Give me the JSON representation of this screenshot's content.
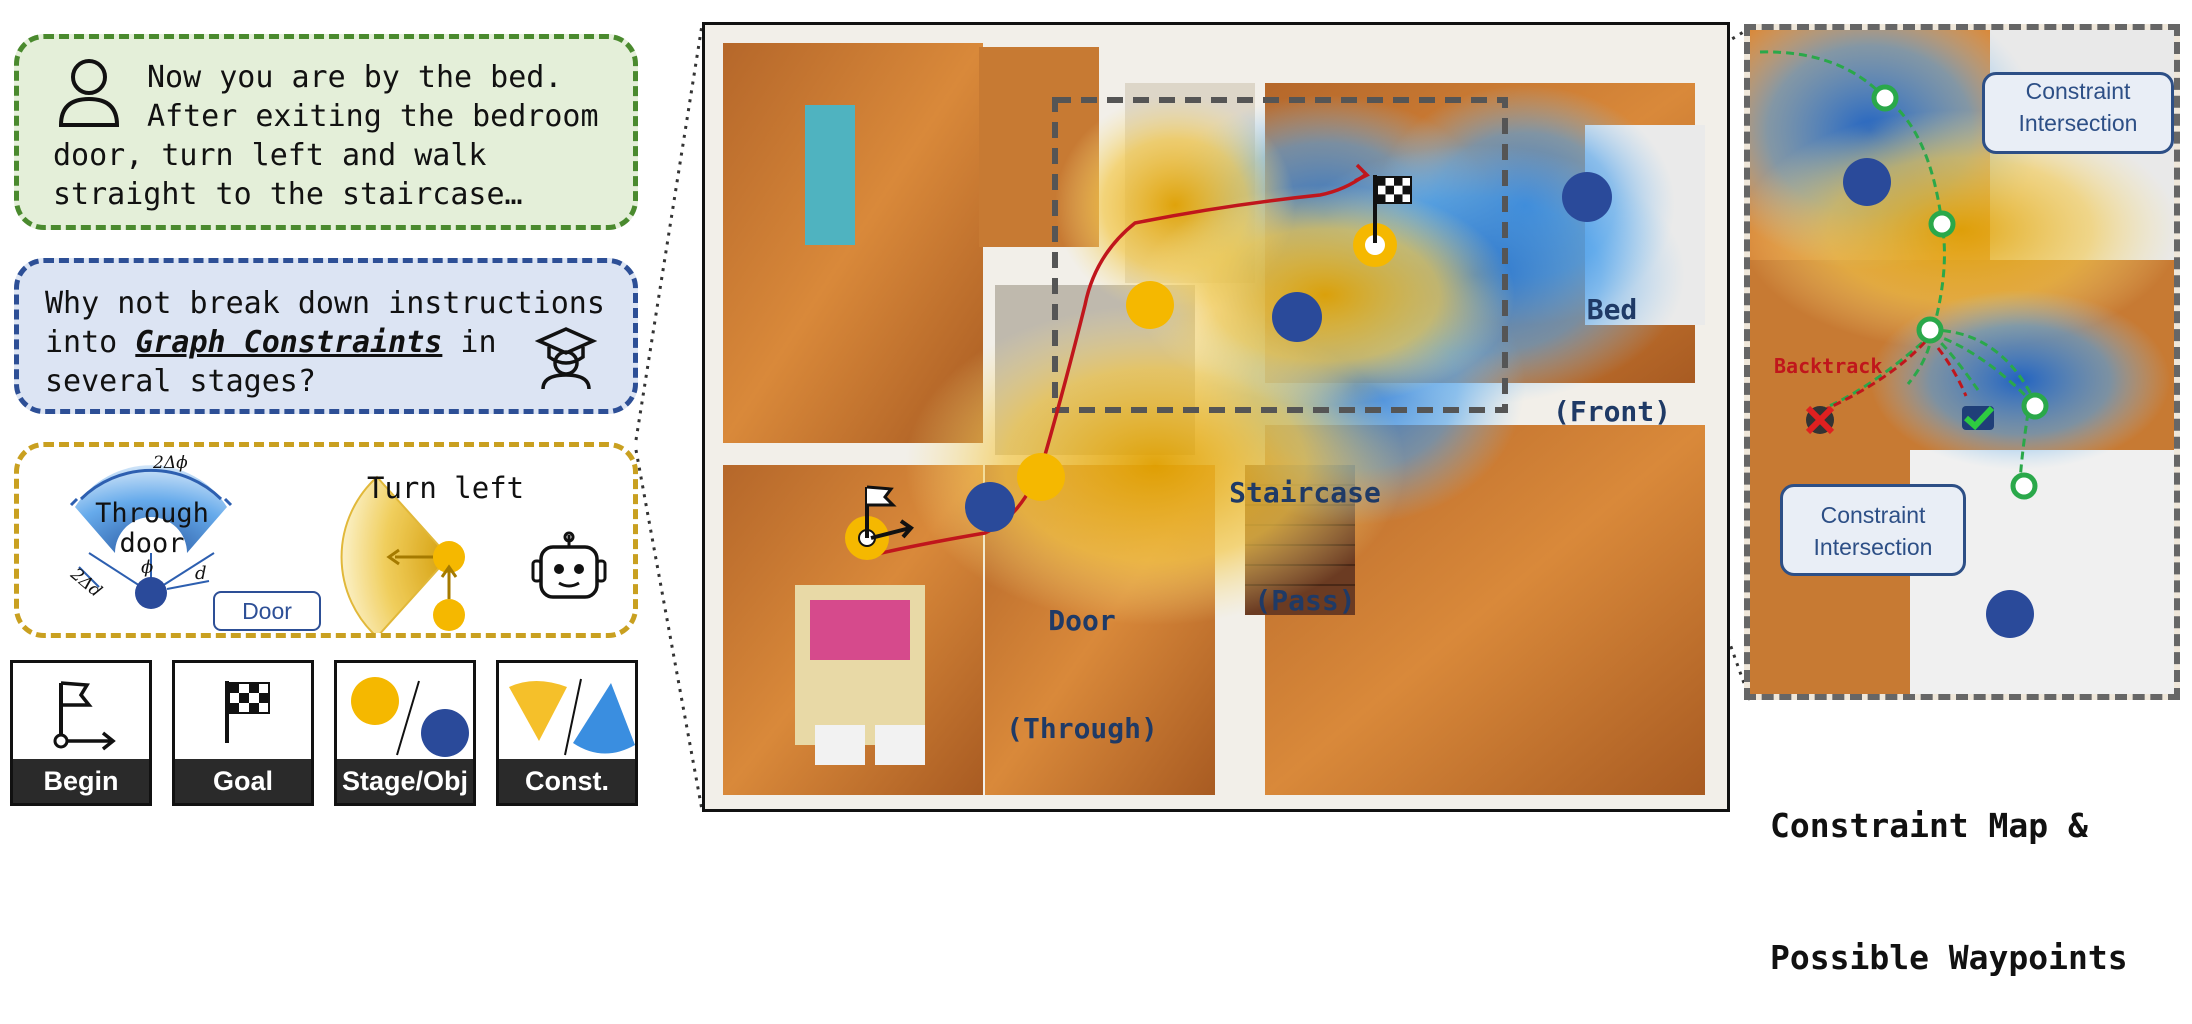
{
  "instruction_panel": {
    "text_line1": "Now you are by the bed.",
    "text_line2": "After exiting the bedroom",
    "text_line3": "door, turn left and walk",
    "text_line4": "straight to the staircase…",
    "icon": "user-icon",
    "border_color": "#4a8a2e",
    "bg_color": "#e4efd9"
  },
  "question_panel": {
    "text_line1": "Why not break down instructions",
    "text_line2_pre": "into ",
    "text_line2_em": "Graph Constraints",
    "text_line2_post": " in",
    "text_line3": "several stages?",
    "icon": "graduate-icon",
    "border_color": "#2d4f96",
    "bg_color": "#dce4f3"
  },
  "constraint_panel": {
    "angle_label_top": "2Δϕ",
    "angle_label_side": "2Δd",
    "phi_label": "ϕ",
    "d_label": "d",
    "through_label_1": "Through",
    "through_label_2": "door",
    "door_tag": "Door",
    "turn_label": "Turn left",
    "icon": "robot-icon",
    "border_color": "#c9a020"
  },
  "legend": {
    "items": [
      {
        "label": "Begin",
        "icon": "start-flag-icon"
      },
      {
        "label": "Goal",
        "icon": "checkered-flag-icon"
      },
      {
        "label": "Stage/Obj",
        "icon": "stage-object-dots-icon"
      },
      {
        "label": "Const.",
        "icon": "constraint-sector-icon"
      }
    ]
  },
  "map": {
    "labels": {
      "bed_1": "Bed",
      "bed_2": "(Front)",
      "stair_1": "Staircase",
      "stair_2": "(Pass)",
      "door_1": "Door",
      "door_2": "(Through)"
    },
    "colors": {
      "stage": "#f5b800",
      "object": "#2a4a9a",
      "path": "#c0161c",
      "constraint_blue": "#3a8ee0",
      "constraint_yellow": "#f2c12e"
    }
  },
  "zoom": {
    "callout_top_1": "Constraint",
    "callout_top_2": "Intersection",
    "callout_bottom_1": "Constraint",
    "callout_bottom_2": "Intersection",
    "backtrack": "Backtrack",
    "caption_1": "Constraint Map &",
    "caption_2": "Possible Waypoints"
  }
}
